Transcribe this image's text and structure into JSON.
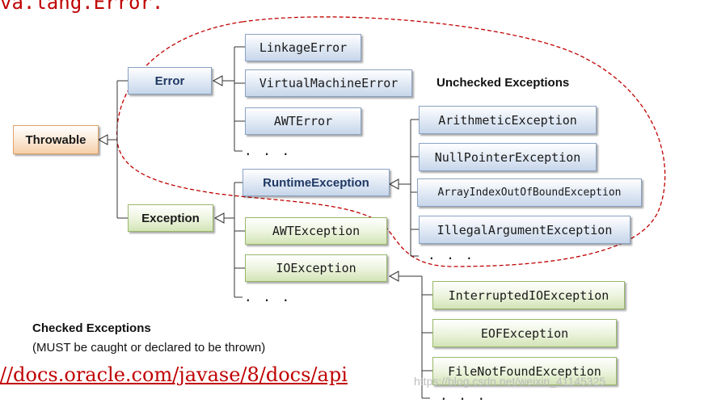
{
  "header_text": "va.lang.Error.",
  "nodes": {
    "throwable": "Throwable",
    "error": "Error",
    "exception": "Exception",
    "linkage_error": "LinkageError",
    "virtual_machine_error": "VirtualMachineError",
    "awt_error": "AWTError",
    "runtime_exception": "RuntimeException",
    "awt_exception": "AWTException",
    "io_exception": "IOException",
    "arithmetic_exception": "ArithmeticException",
    "null_pointer_exception": "NullPointerException",
    "array_index_exception": "ArrayIndexOutOfBoundException",
    "illegal_argument_exception": "IllegalArgumentException",
    "interrupted_io_exception": "InterruptedIOException",
    "eof_exception": "EOFException",
    "file_not_found_exception": "FileNotFoundException"
  },
  "ellipsis": ". . .",
  "labels": {
    "unchecked_title": "Unchecked Exceptions",
    "checked_title": "Checked Exceptions",
    "checked_note": "(MUST be caught or declared to be thrown)"
  },
  "footer_link": "//docs.oracle.com/javase/8/docs/api",
  "watermark": "https://blog.csdn.net/weixin_41145325",
  "colors": {
    "error_group": "#dfe8f4",
    "exception_group": "#ebf3dc",
    "root": "#fbe7d3",
    "dashed_outline": "#c00000",
    "text_red": "#c00000"
  }
}
